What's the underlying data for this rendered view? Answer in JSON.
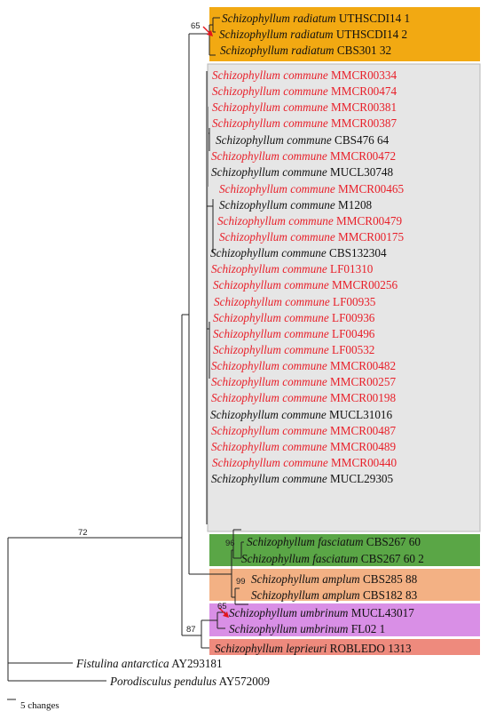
{
  "colors": {
    "radiatum_box": "#f2a912",
    "commune_box": "#e6e6e6",
    "commune_box_border": "#b8b8b8",
    "fasciatum_box": "#5aa646",
    "amplum_box": "#f3b184",
    "umbrinum_box": "#d98fe6",
    "leprieuri_box": "#ee8a7d",
    "red_label": "#e8202a",
    "black_label": "#111111",
    "line": "#222222",
    "arrow": "#e3141c"
  },
  "taxa": [
    {
      "genus": "Schizophyllum radiatum",
      "strain": "UTHSCDI14 1",
      "color": "black"
    },
    {
      "genus": "Schizophyllum radiatum",
      "strain": "UTHSCDI14 2",
      "color": "black"
    },
    {
      "genus": "Schizophyllum radiatum",
      "strain": "CBS301 32",
      "color": "black"
    },
    {
      "genus": "Schizophyllum commune",
      "strain": "MMCR00334",
      "color": "red"
    },
    {
      "genus": "Schizophyllum commune",
      "strain": "MMCR00474",
      "color": "red"
    },
    {
      "genus": "Schizophyllum commune",
      "strain": "MMCR00381",
      "color": "red"
    },
    {
      "genus": "Schizophyllum commune",
      "strain": "MMCR00387",
      "color": "red"
    },
    {
      "genus": "Schizophyllum commune",
      "strain": "CBS476 64",
      "color": "black"
    },
    {
      "genus": "Schizophyllum commune",
      "strain": "MMCR00472",
      "color": "red"
    },
    {
      "genus": "Schizophyllum commune",
      "strain": "MUCL30748",
      "color": "black"
    },
    {
      "genus": "Schizophyllum commune",
      "strain": "MMCR00465",
      "color": "red"
    },
    {
      "genus": "Schizophyllum commune",
      "strain": "M1208",
      "color": "black"
    },
    {
      "genus": "Schizophyllum commune",
      "strain": "MMCR00479",
      "color": "red"
    },
    {
      "genus": "Schizophyllum commune",
      "strain": "MMCR00175",
      "color": "red"
    },
    {
      "genus": "Schizophyllum commune",
      "strain": "CBS132304",
      "color": "black"
    },
    {
      "genus": "Schizophyllum commune",
      "strain": "LF01310",
      "color": "red"
    },
    {
      "genus": "Schizophyllum commune",
      "strain": "MMCR00256",
      "color": "red"
    },
    {
      "genus": "Schizophyllum commune",
      "strain": "LF00935",
      "color": "red"
    },
    {
      "genus": "Schizophyllum commune",
      "strain": "LF00936",
      "color": "red"
    },
    {
      "genus": "Schizophyllum commune",
      "strain": "LF00496",
      "color": "red"
    },
    {
      "genus": "Schizophyllum commune",
      "strain": "LF00532",
      "color": "red"
    },
    {
      "genus": "Schizophyllum commune",
      "strain": "MMCR00482",
      "color": "red"
    },
    {
      "genus": "Schizophyllum commune",
      "strain": "MMCR00257",
      "color": "red"
    },
    {
      "genus": "Schizophyllum commune",
      "strain": "MMCR00198",
      "color": "red"
    },
    {
      "genus": "Schizophyllum commune",
      "strain": "MUCL31016",
      "color": "black"
    },
    {
      "genus": "Schizophyllum commune",
      "strain": "MMCR00487",
      "color": "red"
    },
    {
      "genus": "Schizophyllum commune",
      "strain": "MMCR00489",
      "color": "red"
    },
    {
      "genus": "Schizophyllum commune",
      "strain": "MMCR00440",
      "color": "red"
    },
    {
      "genus": "Schizophyllum commune",
      "strain": "MUCL29305",
      "color": "black"
    },
    {
      "genus": "Schizophyllum fasciatum",
      "strain": "CBS267 60",
      "color": "black"
    },
    {
      "genus": "Schizophyllum fasciatum",
      "strain": "CBS267 60 2",
      "color": "black"
    },
    {
      "genus": "Schizophyllum amplum",
      "strain": "CBS285 88",
      "color": "black"
    },
    {
      "genus": "Schizophyllum amplum",
      "strain": "CBS182 83",
      "color": "black"
    },
    {
      "genus": "Schizophyllum umbrinum",
      "strain": "MUCL43017",
      "color": "black"
    },
    {
      "genus": "Schizophyllum umbrinum",
      "strain": "FL02 1",
      "color": "black"
    },
    {
      "genus": "Schizophyllum leprieuri",
      "strain": "ROBLEDO 1313",
      "color": "black"
    },
    {
      "genus": "Fistulina antarctica",
      "strain": "AY293181",
      "color": "black"
    },
    {
      "genus": "Porodisculus pendulus",
      "strain": "AY572009",
      "color": "black"
    }
  ],
  "bootstrap": {
    "radiatum": "65",
    "fasciatum": "96",
    "amplum": "99",
    "umbrinum": "65",
    "umbrinum_leprieuri": "87",
    "ingroup": "72"
  },
  "scale_label": "5 changes"
}
